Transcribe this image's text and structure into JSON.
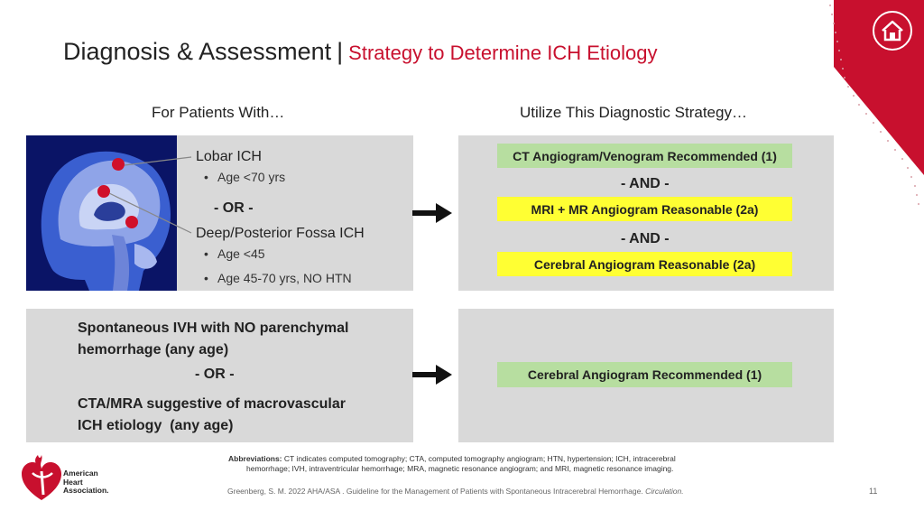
{
  "header": {
    "title": "Diagnosis & Assessment",
    "separator": "|",
    "subtitle": "Strategy to Determine ICH Etiology"
  },
  "nav": {
    "home_icon": "home-icon"
  },
  "columns": {
    "left_heading": "For Patients With…",
    "right_heading": "Utilize This Diagnostic Strategy…"
  },
  "row1": {
    "lobar": "Lobar ICH",
    "lobar_bullets": [
      "Age <70 yrs"
    ],
    "or": "- OR -",
    "deep": "Deep/Posterior Fossa ICH",
    "deep_bullets": [
      "Age <45",
      "Age 45-70 yrs, NO HTN"
    ],
    "strategy": {
      "item1": "CT Angiogram/Venogram Recommended (1)",
      "and1": "- AND -",
      "item2": "MRI + MR Angiogram Reasonable (2a)",
      "and2": "- AND -",
      "item3": "Cerebral Angiogram Reasonable (2a)"
    }
  },
  "row2": {
    "ivh_line1": "Spontaneous IVH with NO parenchymal",
    "ivh_line2": "hemorrhage (any age)",
    "or": "- OR -",
    "cta_line1": "CTA/MRA suggestive of macrovascular",
    "cta_line2": "ICH etiology  (any age)",
    "strategy": "Cerebral Angiogram Recommended (1)"
  },
  "footer": {
    "abbr_label": "Abbreviations:",
    "abbr_text1": "CT indicates computed tomography; CTA, computed tomography angiogram; HTN, hypertension; ICH, intracerebral",
    "abbr_text2": "hemorrhage; IVH, intraventricular hemorrhage; MRA, magnetic resonance angiogram; and MRI, magnetic resonance imaging.",
    "citation": "Greenberg, S. M. 2022 AHA/ASA . Guideline for the Management of Patients with Spontaneous Intracerebral Hemorrhage.",
    "citation_journal": "Circulation.",
    "page_number": "11",
    "logo_line1": "American",
    "logo_line2": "Heart",
    "logo_line3": "Association."
  },
  "colors": {
    "accent_red": "#c8102e",
    "box_gray": "#d9d9d9",
    "green": "#b7dea0",
    "yellow": "#ffff33"
  }
}
